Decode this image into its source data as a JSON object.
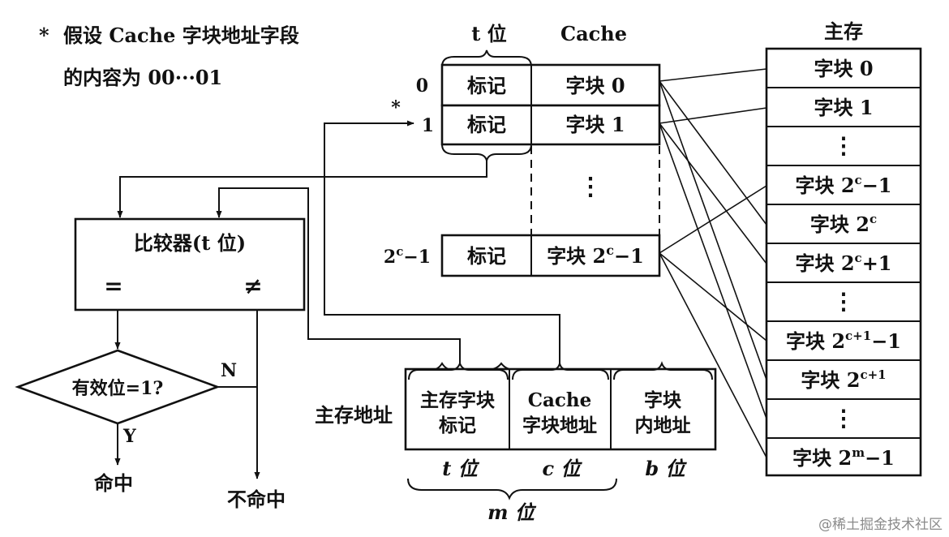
{
  "note": {
    "star": "*",
    "line1": "假设 Cache 字块地址字段",
    "line2": "的内容为 00···01"
  },
  "cache": {
    "header_tbits": "t 位",
    "header_title": "Cache",
    "rows": [
      {
        "index": "0",
        "tag": "标记",
        "block": "字块 0"
      },
      {
        "index": "1",
        "tag": "标记",
        "block": "字块 1"
      },
      {
        "index_base": "2",
        "index_sup": "c",
        "index_rest": "−1",
        "tag": "标记",
        "block_base": "字块 2",
        "block_sup": "c",
        "block_rest": "−1"
      }
    ],
    "star": "*",
    "vdots": "⋮"
  },
  "memory": {
    "title": "主存",
    "rows": [
      {
        "base": "字块 0",
        "sup": "",
        "rest": ""
      },
      {
        "base": "字块 1",
        "sup": "",
        "rest": ""
      },
      {
        "base": "⋮",
        "sup": "",
        "rest": ""
      },
      {
        "base": "字块 2",
        "sup": "c",
        "rest": "−1"
      },
      {
        "base": "字块 2",
        "sup": "c",
        "rest": ""
      },
      {
        "base": "字块 2",
        "sup": "c",
        "rest": "+1"
      },
      {
        "base": "⋮",
        "sup": "",
        "rest": ""
      },
      {
        "base": "字块 2",
        "sup": "c+1",
        "rest": "−1"
      },
      {
        "base": "字块 2",
        "sup": "c+1",
        "rest": ""
      },
      {
        "base": "⋮",
        "sup": "",
        "rest": ""
      },
      {
        "base": "字块 2",
        "sup": "m",
        "rest": "−1"
      }
    ]
  },
  "comparator": {
    "label": "比较器(t 位)",
    "eq": "=",
    "neq": "≠"
  },
  "decision": {
    "label": "有效位=1?",
    "yes": "Y",
    "no": "N"
  },
  "outcomes": {
    "hit": "命中",
    "miss": "不命中"
  },
  "address": {
    "label": "主存地址",
    "fields": [
      {
        "line1": "主存字块",
        "line2": "标记",
        "bits": "t 位"
      },
      {
        "line1": "Cache",
        "line2": "字块地址",
        "bits": "c 位"
      },
      {
        "line1": "字块",
        "line2": "内地址",
        "bits": "b 位"
      }
    ],
    "total_bits": "m 位"
  },
  "watermark": "@稀土掘金技术社区"
}
